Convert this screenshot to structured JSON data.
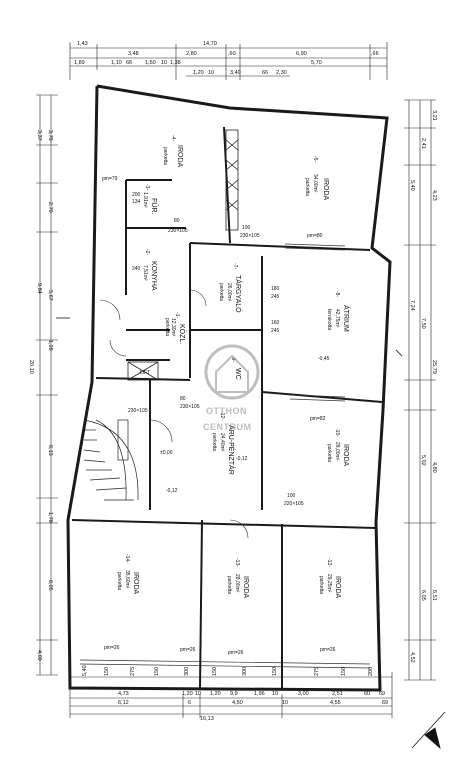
{
  "plan": {
    "top_dimensions": {
      "overall": "14,70",
      "row1": [
        "1,43",
        "3,48",
        "2,80",
        ",60",
        "6,90",
        ",66"
      ],
      "row2": [
        "1,89",
        "1,10",
        "66",
        "1,50",
        "10",
        "1,38",
        "5,70"
      ],
      "row3": [
        "1,20",
        "10",
        "3,40",
        "66",
        "2,30"
      ]
    },
    "bottom_dimensions": {
      "overall": "16,13",
      "row1": [
        "4,73",
        "1,20",
        "10",
        "1,20",
        "9,9",
        "1,96",
        "10",
        "3,00",
        "2,51",
        "60",
        "69"
      ],
      "row2": [
        "6,12",
        "6",
        "4,50",
        "10",
        "4,55",
        "69"
      ],
      "row3": [
        "5,40",
        "150",
        "275",
        "150",
        "300",
        "150",
        "300",
        "150",
        "275",
        "150",
        "200"
      ]
    },
    "left_dimensions": [
      "3,37",
      "3,78",
      "2,70",
      "9,84",
      "5,67",
      "1,28",
      "20,10",
      "6,13",
      "1,78",
      "6,05",
      "4,00"
    ],
    "right_dimensions": [
      "3,21",
      "2,41",
      "5,40",
      "4,23",
      "7,24",
      "7,50",
      "25,79",
      "5,02",
      "4,80",
      "6,05",
      "6,51",
      "4,52"
    ],
    "rooms": [
      {
        "number": "-4-",
        "name": "IRODA",
        "area": "",
        "floor": "parketta"
      },
      {
        "number": "-5-",
        "name": "IRODA",
        "area": "34,00m²",
        "floor": "parketta"
      },
      {
        "number": "-3-",
        "name": "FÜR.",
        "area": "1,91m²",
        "floor": ""
      },
      {
        "number": "-2-",
        "name": "KONYHA",
        "area": "7,51m²",
        "floor": ""
      },
      {
        "number": "-7-",
        "name": "TÁRGYALÓ",
        "area": "26,00m²",
        "floor": "parketta"
      },
      {
        "number": "-8-",
        "name": "ÁTRIUM",
        "area": "42,75m²",
        "floor": "terrakotta"
      },
      {
        "number": "-1-",
        "name": "KÖZL.",
        "area": "12,30m²",
        "floor": "parketta"
      },
      {
        "number": "-9-",
        "name": "WC",
        "area": "",
        "floor": ""
      },
      {
        "number": "-10-",
        "name": "IRODA",
        "area": "28,00m²",
        "floor": "parketta"
      },
      {
        "number": "-12-",
        "name": "ÁRU-PÉNZTÁR",
        "area": "24,40m²",
        "floor": "parketta"
      },
      {
        "number": "-14-",
        "name": "IRODA",
        "area": "35,60m²",
        "floor": "parketta"
      },
      {
        "number": "-13-",
        "name": "IRODA",
        "area": "28,00m²",
        "floor": "parketta"
      },
      {
        "number": "-12-",
        "name": "IRODA",
        "area": "29,25m²",
        "floor": "parketta"
      }
    ],
    "openings": [
      "134",
      "200",
      "240",
      "80",
      "230×105",
      "100",
      "230×105",
      "pm=80",
      "pm=79",
      "180",
      "245",
      "160",
      "245",
      "230×105",
      "pm=82",
      "80",
      "230×105",
      "100",
      "220×105",
      "pm=26",
      "pm=26",
      "pm=26",
      "pm=26"
    ],
    "levels": [
      "±0,00",
      "-0,12",
      "-0,12",
      "-0,45"
    ],
    "lift_label": "LIFT",
    "watermark": {
      "line1": "OTTHON",
      "line2": "CENTRUM"
    },
    "line_color": "#1a1a1a"
  }
}
